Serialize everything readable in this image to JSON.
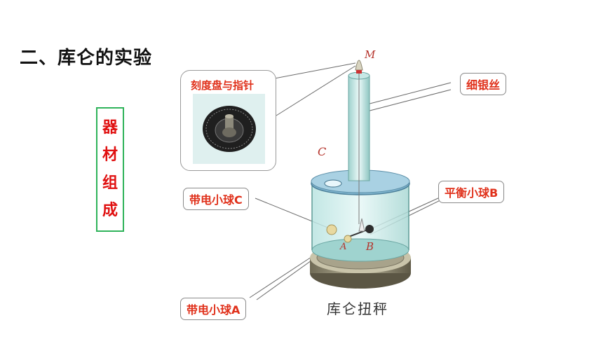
{
  "slide": {
    "title": "二、库仑的实验",
    "side_label": [
      "器",
      "材",
      "组",
      "成"
    ],
    "callouts": {
      "dial": "刻度盘与指针",
      "silver_wire": "细银丝",
      "ball_c": "带电小球C",
      "ball_b": "平衡小球B",
      "ball_a": "带电小球A"
    },
    "letters": {
      "m": "M",
      "c": "C",
      "a": "A",
      "b": "B"
    },
    "caption": "库仑扭秤"
  },
  "colors": {
    "callout_text": "#e0301a",
    "side_label_text": "#e01010",
    "side_label_border": "#2fb35a",
    "letter_color": "#b5332b"
  }
}
